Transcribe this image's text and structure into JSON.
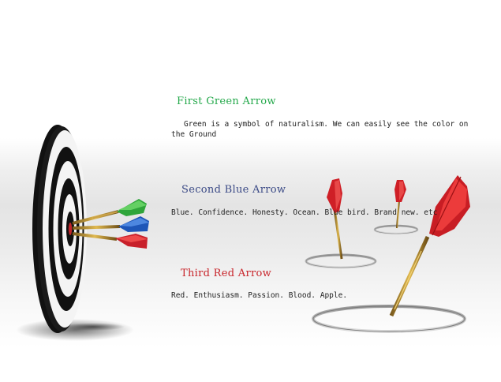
{
  "sections": [
    {
      "title": "First Green Arrow",
      "text": "Green is a symbol of naturalism. We can easily see the color on the Ground",
      "color": "#23a84a"
    },
    {
      "title": "Second Blue Arrow",
      "text": "Blue. Confidence. Honesty. Ocean. Blue bird. Brand new. etc",
      "color": "#3b4a86"
    },
    {
      "title": "Third Red Arrow",
      "text": "Red. Enthusiasm. Passion. Blood. Apple.",
      "color": "#c8242a"
    }
  ],
  "icons": {
    "dartboard": "dartboard-icon",
    "darts": "dart-icon"
  }
}
